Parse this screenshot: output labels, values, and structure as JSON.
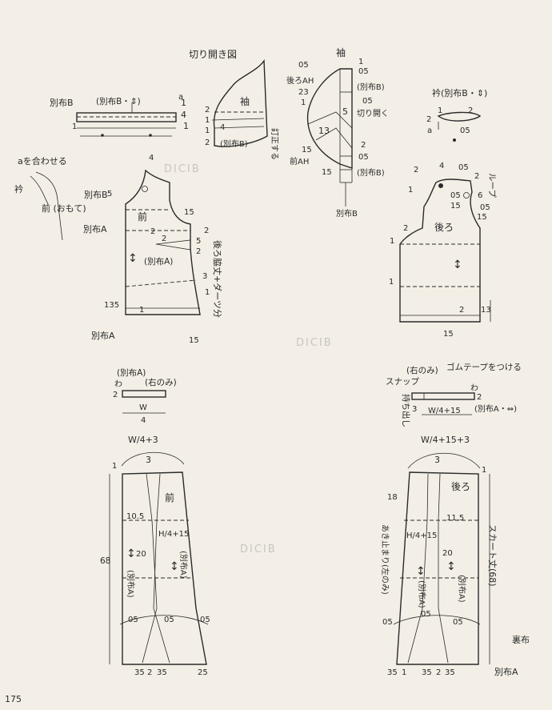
{
  "page_number": "175",
  "watermark": "DICIB",
  "labels": {
    "sleeve_title": "袖",
    "opening_diagram_title": "切り開き図",
    "sleeve_small": "袖",
    "correct": "訂正する",
    "betsu_b_paren": "(別布B)",
    "back_ah": "後ろAH",
    "front_ah": "前AH",
    "kirihiraku": "切り開く",
    "betsu_b_paren2": "(別布B)",
    "betsu_b_paren3": "(別布B)",
    "betsu_b_single": "別布B",
    "betsu_b_left": "別布B",
    "strip_label": "(別布B・⇕)",
    "a_align": "aを合わせる",
    "collar": "衿",
    "front_omote": "前\n(おもて)",
    "collar_title": "衿(別布B・⇕)",
    "loop": "ループ",
    "front": "前",
    "back": "後ろ",
    "betsu_b_front": "別布B",
    "betsu_a_front": "別布A",
    "betsu_a_paren": "(別布A)",
    "side_seam_dart": "後ろ脇丈+ダーツ分",
    "betsu_a_bottom": "別布A",
    "waist_front_top": "(別布A)",
    "waist_front_right": "(右のみ)",
    "wa": "わ",
    "waist_back_right": "(右のみ)",
    "gom_tape": "ゴムテープをつける",
    "snap": "スナップ",
    "mochidashi": "持ち出し",
    "betsu_a_arrow": "(別布A・⇔)",
    "skirt_front": "前",
    "skirt_back": "後ろ",
    "betsu_a_skirt_f": "(別布A)",
    "betsu_a_skirt_f2": "(別布A)",
    "betsu_a_skirt_b": "(別布A)",
    "betsu_a_skirt_b2": "(別布A)",
    "aki_domari": "あき止まり(左のみ)",
    "skirt_length": "スカート丈(68)",
    "ura_nuno": "裏布",
    "betsu_a_corner": "別布A"
  },
  "measurements": {
    "m1": "1",
    "ma": "a",
    "m4": "4",
    "m2": "2",
    "m05": "05",
    "m23": "23",
    "m3": "3",
    "m5": "5",
    "m13": "13",
    "m15": "15",
    "m6": "6",
    "m135": "135",
    "m10_5": "10.5",
    "m11_5": "11.5",
    "m20": "20",
    "m68": "68",
    "m18": "18",
    "m25": "25",
    "m35": "35",
    "w_over_4": "W/4",
    "w4_plus_3": "W/4+3",
    "w4_plus_15_plus_3": "W/4+15+3",
    "h4_plus_15": "H/4+15",
    "w": "W",
    "w_four": "4",
    "w4_plus_15": "W/4+15"
  }
}
